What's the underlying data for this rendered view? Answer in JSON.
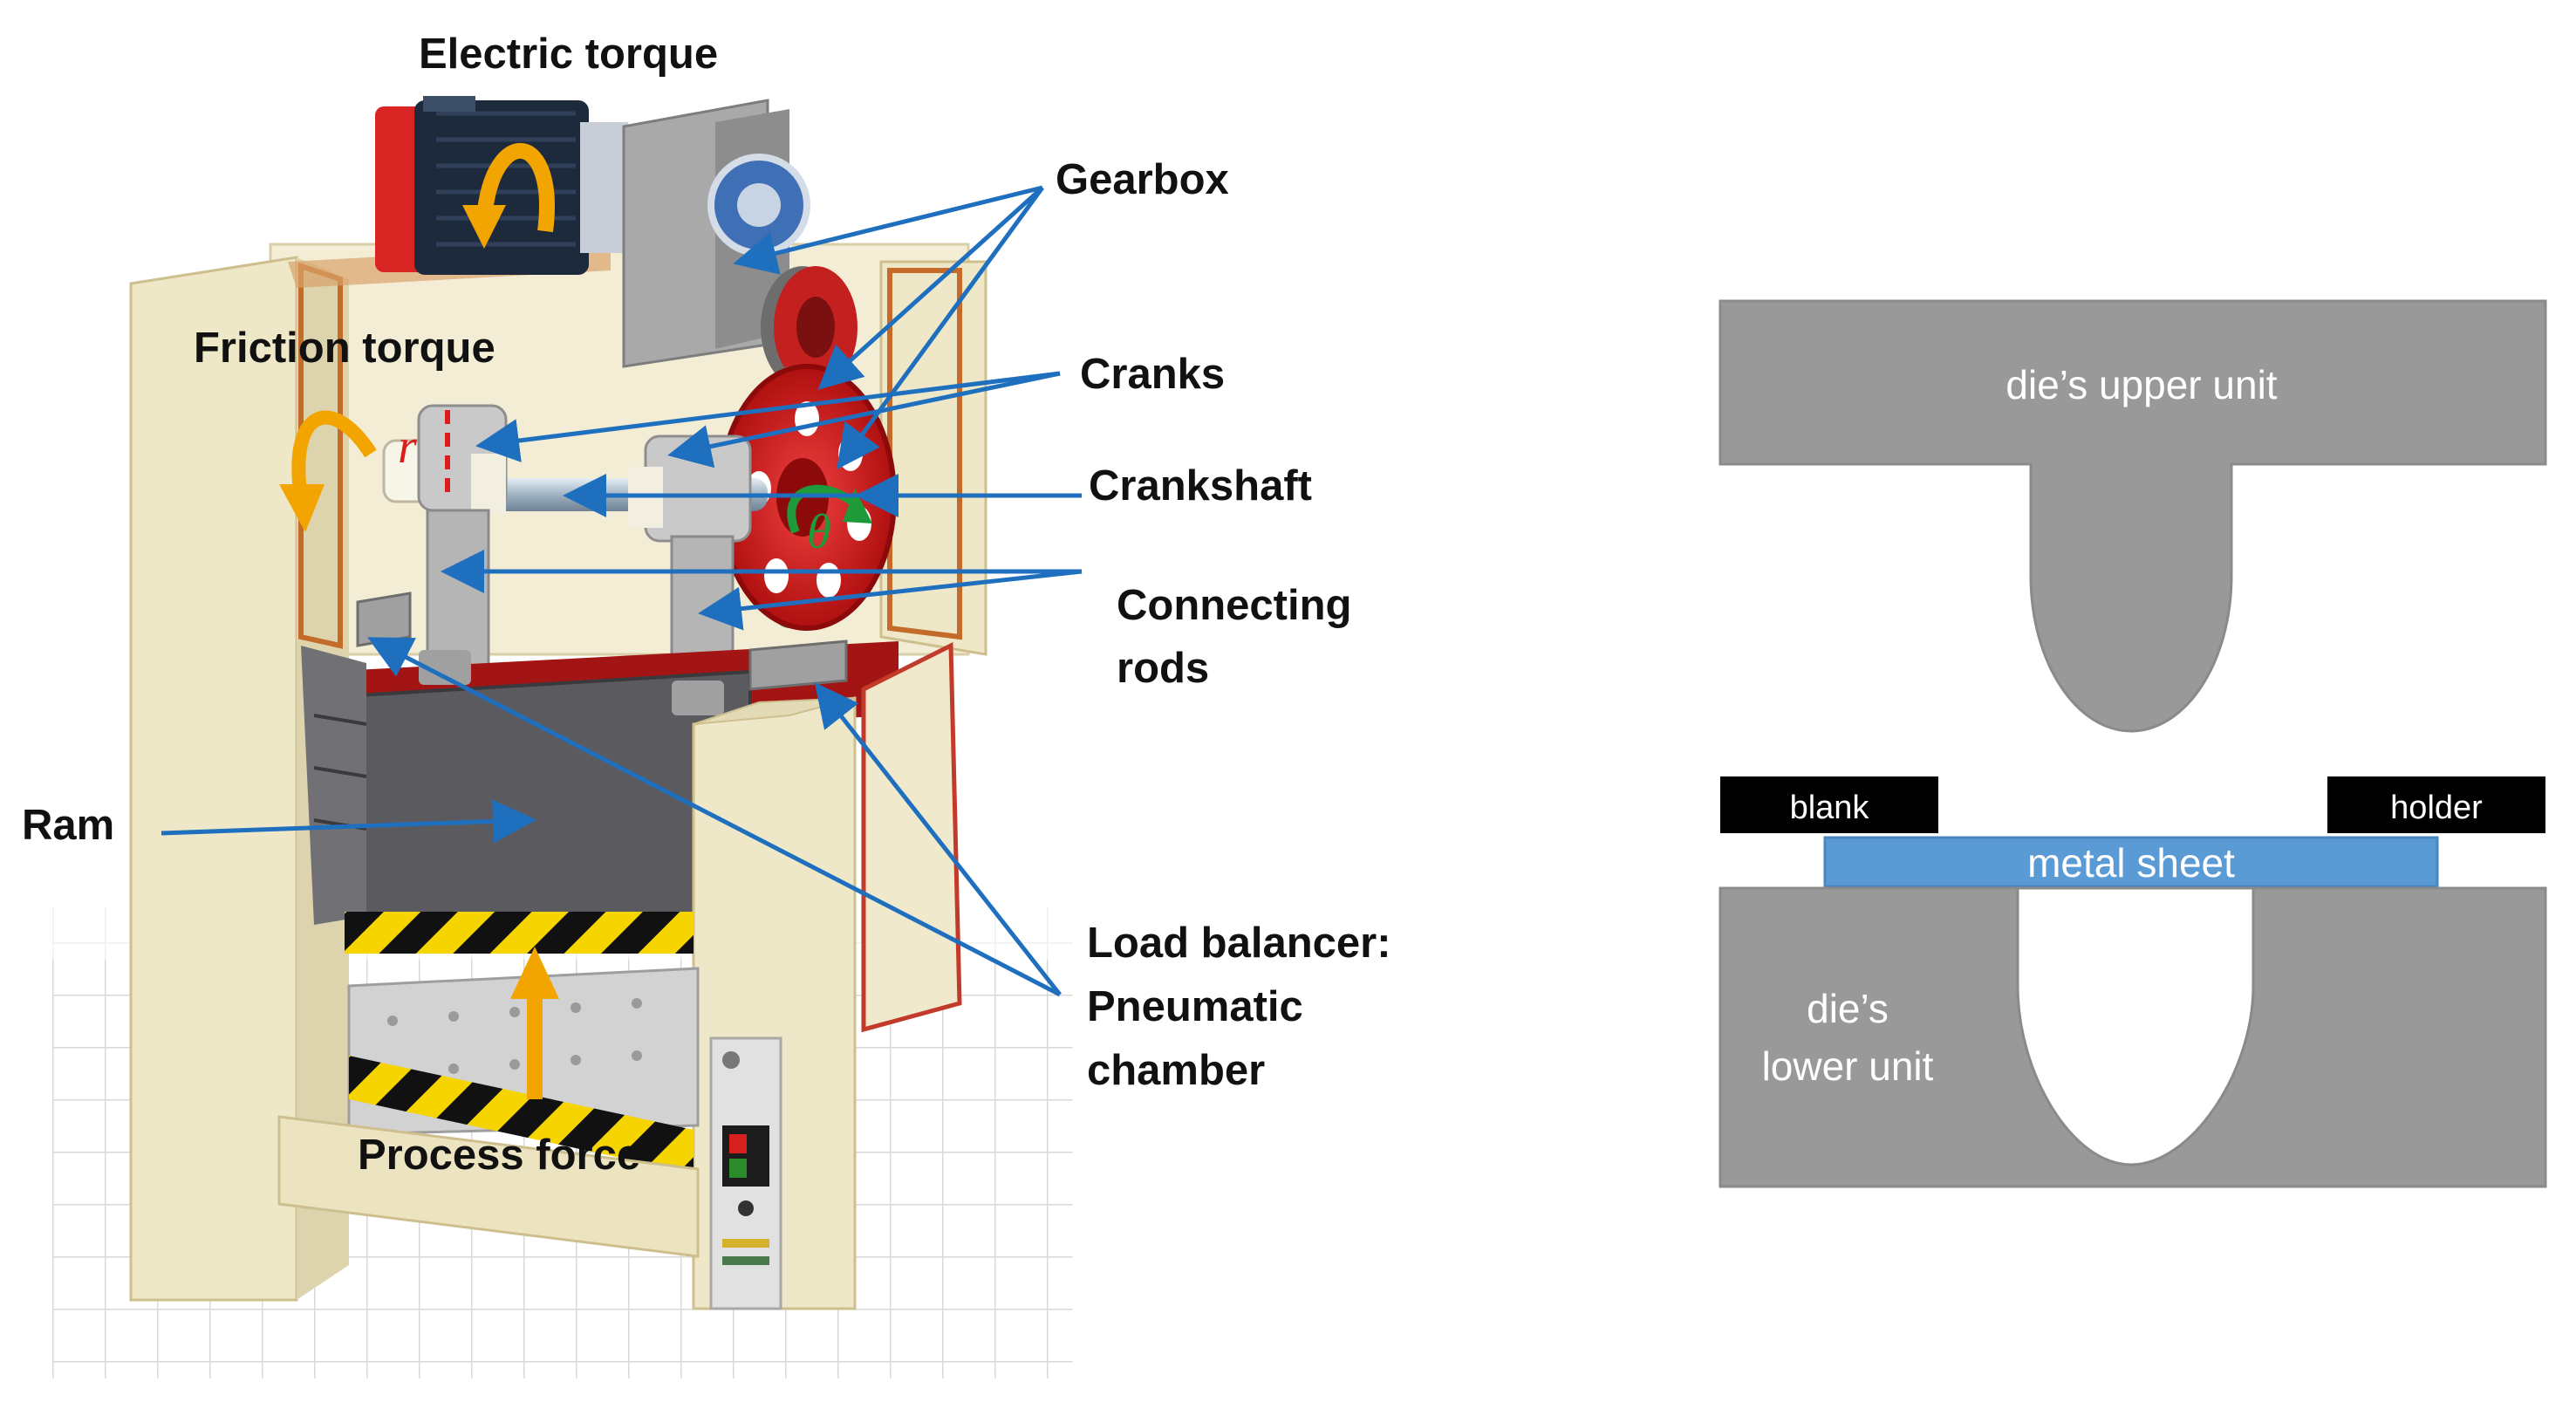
{
  "press_labels": {
    "electric_torque": "Electric torque",
    "gearbox": "Gearbox",
    "friction_torque": "Friction torque",
    "cranks": "Cranks",
    "crankshaft": "Crankshaft",
    "connecting_rods_line1": "Connecting",
    "connecting_rods_line2": "rods",
    "ram": "Ram",
    "load_balancer_line1": "Load balancer:",
    "load_balancer_line2": "Pneumatic",
    "load_balancer_line3": "chamber",
    "process_force": "Process force",
    "radius_symbol": "r",
    "angle_symbol": "θ"
  },
  "die_labels": {
    "upper_unit": "die’s upper unit",
    "blank": "blank",
    "holder": "holder",
    "metal_sheet": "metal sheet",
    "lower_unit_line1": "die’s",
    "lower_unit_line2": "lower unit"
  },
  "colors": {
    "arrow_blue": "#1f6fbf",
    "torque_orange": "#f2a500",
    "die_gray": "#999999",
    "sheet_blue": "#5b9bd5",
    "holder_black": "#000000",
    "frame_cream": "#efe8c8",
    "motor_navy": "#1d2a3c",
    "pulley_red": "#d81e1e"
  }
}
